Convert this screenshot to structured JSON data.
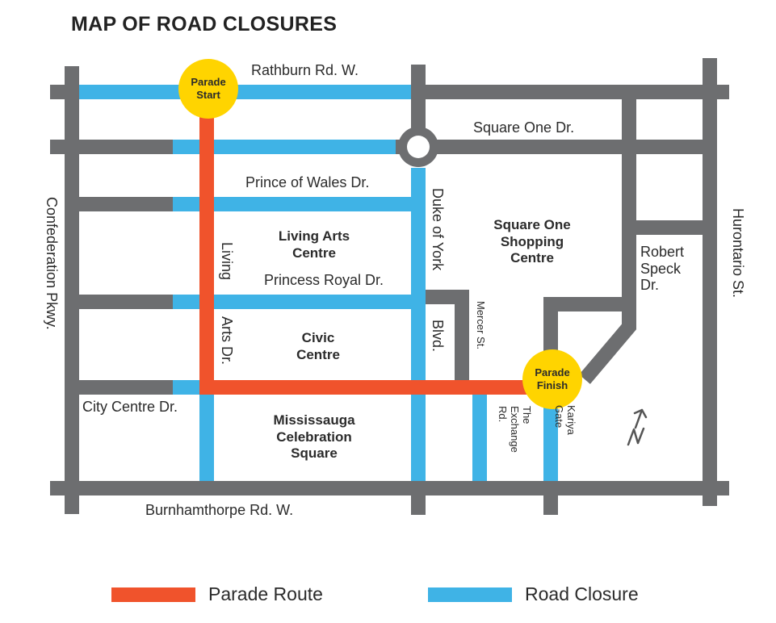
{
  "title": "MAP OF ROAD CLOSURES",
  "colors": {
    "road": "#6d6e70",
    "closure": "#3fb3e6",
    "parade": "#f0532c",
    "marker": "#ffd400",
    "text": "#2b2b2b"
  },
  "streets": {
    "rathburn": "Rathburn Rd. W.",
    "square_one_dr": "Square One Dr.",
    "prince_of_wales": "Prince of Wales Dr.",
    "princess_royal": "Princess Royal Dr.",
    "city_centre": "City Centre Dr.",
    "burnhamthorpe": "Burnhamthorpe Rd. W.",
    "confederation": "Confederation Pkwy.",
    "hurontario": "Hurontario St.",
    "living_arts_top": "Living",
    "living_arts_bottom": "Arts Dr.",
    "duke_of_york_top": "Duke of York",
    "duke_of_york_bottom": "Blvd.",
    "mercer": "Mercer St.",
    "exchange": "The\nExchange\nRd.",
    "kariya": "Kariya\nGate",
    "robert_speck": "Robert\nSpeck\nDr."
  },
  "areas": {
    "living_arts_centre": "Living Arts\nCentre",
    "civic_centre": "Civic\nCentre",
    "celebration_square": "Mississauga\nCelebration\nSquare",
    "square_one": "Square One\nShopping\nCentre"
  },
  "markers": {
    "start": "Parade\nStart",
    "finish": "Parade\nFinish"
  },
  "north_arrow": "N",
  "legend": {
    "parade_route": "Parade Route",
    "road_closure": "Road Closure"
  }
}
